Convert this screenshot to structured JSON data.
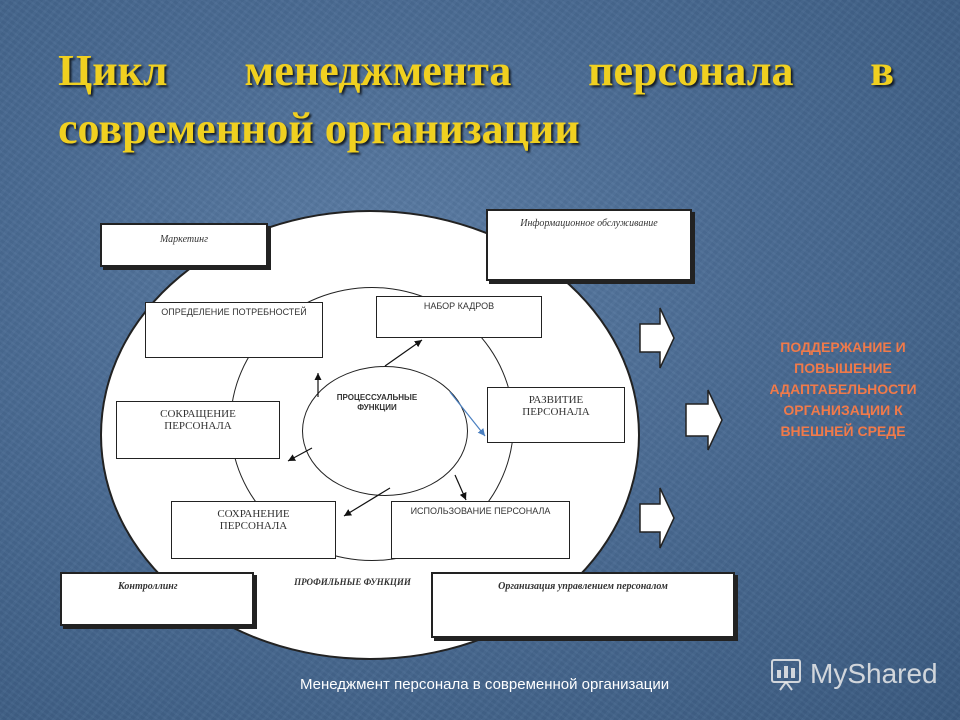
{
  "title": {
    "line1": "Цикл менеджмента персонала в",
    "line2": "современной организации"
  },
  "diagram": {
    "marketing": "Маркетинг",
    "info_service": "Информационное обслуживание",
    "needs": "определение потребностей",
    "recruitment": "набор кадров",
    "development": "развитие персонала",
    "reduction": "сокращение персонала",
    "retention": "сохранение персонала",
    "usage": "использование персонала",
    "process_functions": "ПРОЦЕССУАЛЬНЫЕ ФУНКЦИИ",
    "profile_functions": "ПРОФИЛЬНЫЕ ФУНКЦИИ",
    "controlling": "Контроллинг",
    "org_management": "Организация управлением персоналом"
  },
  "outcome_text": "Поддержание и повышение адаптабельности организации к внешней среде",
  "footer": "Менеджмент персонала в современной организации",
  "watermark": "MyShared",
  "colors": {
    "title": "#f0d020",
    "outcome": "#f07a4a",
    "arrow_blue": "#4a7fc0"
  }
}
